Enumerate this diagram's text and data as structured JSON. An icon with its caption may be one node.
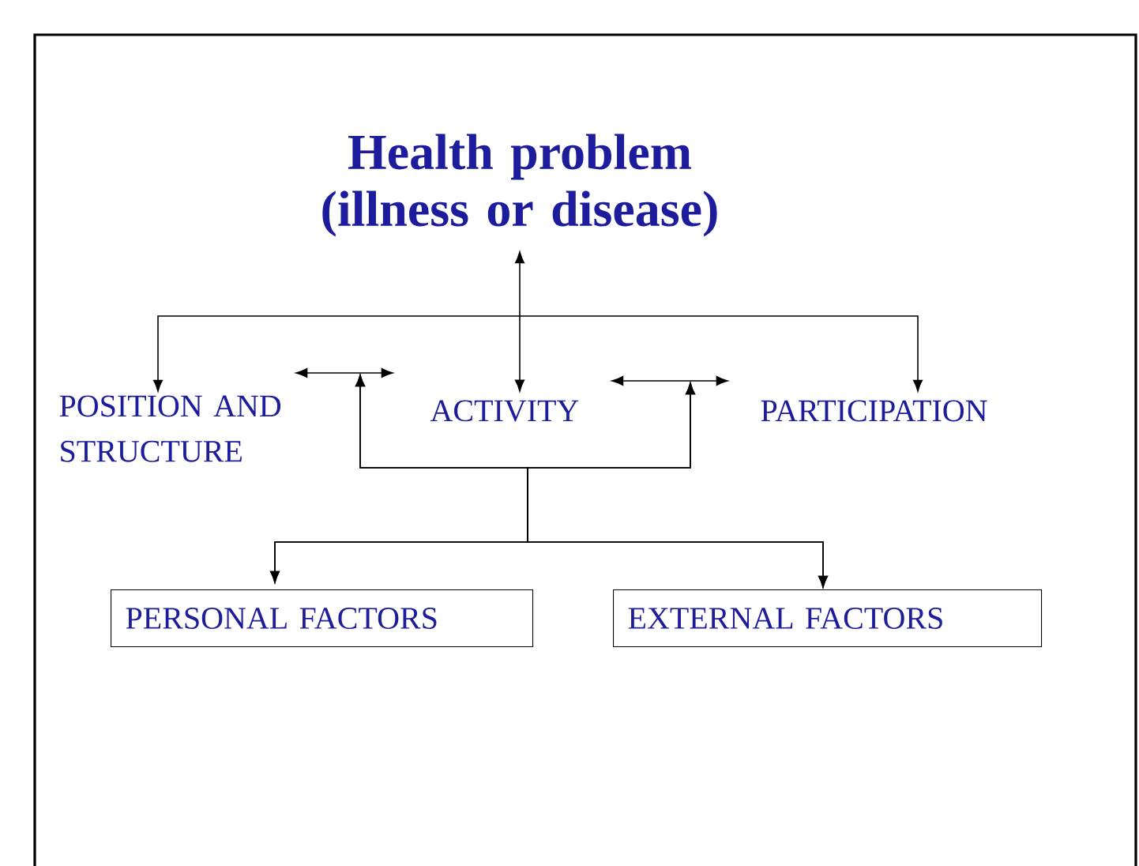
{
  "diagram": {
    "nodes": [
      {
        "text": [
          "Health problem (illness or disease)"
        ]
      },
      {
        "text": [
          "POSITION AND STRUCTURE"
        ]
      },
      {
        "text": [
          "ACTIVITY"
        ]
      },
      {
        "text": [
          "PARTICIPATION"
        ]
      },
      {
        "text": [
          "PERSONAL FACTORS"
        ]
      },
      {
        "text": [
          "EXTERNAL  FACTORS"
        ]
      }
    ],
    "edges": [
      {
        "from": 0,
        "to": 2,
        "arrow": "both"
      },
      {
        "from": 0,
        "to": 1,
        "arrow": "to"
      },
      {
        "from": 0,
        "to": 3,
        "arrow": "to"
      },
      {
        "from": 1,
        "to": 2,
        "arrow": "both"
      },
      {
        "from": 2,
        "to": 3,
        "arrow": "both"
      },
      {
        "from": null,
        "to": 4,
        "arrow": "both"
      },
      {
        "from": null,
        "to": 5,
        "arrow": "both"
      },
      {
        "from": null,
        "to": 4,
        "arrow": "both"
      },
      {
        "from": null,
        "to": 5,
        "arrow": "both"
      }
    ]
  }
}
